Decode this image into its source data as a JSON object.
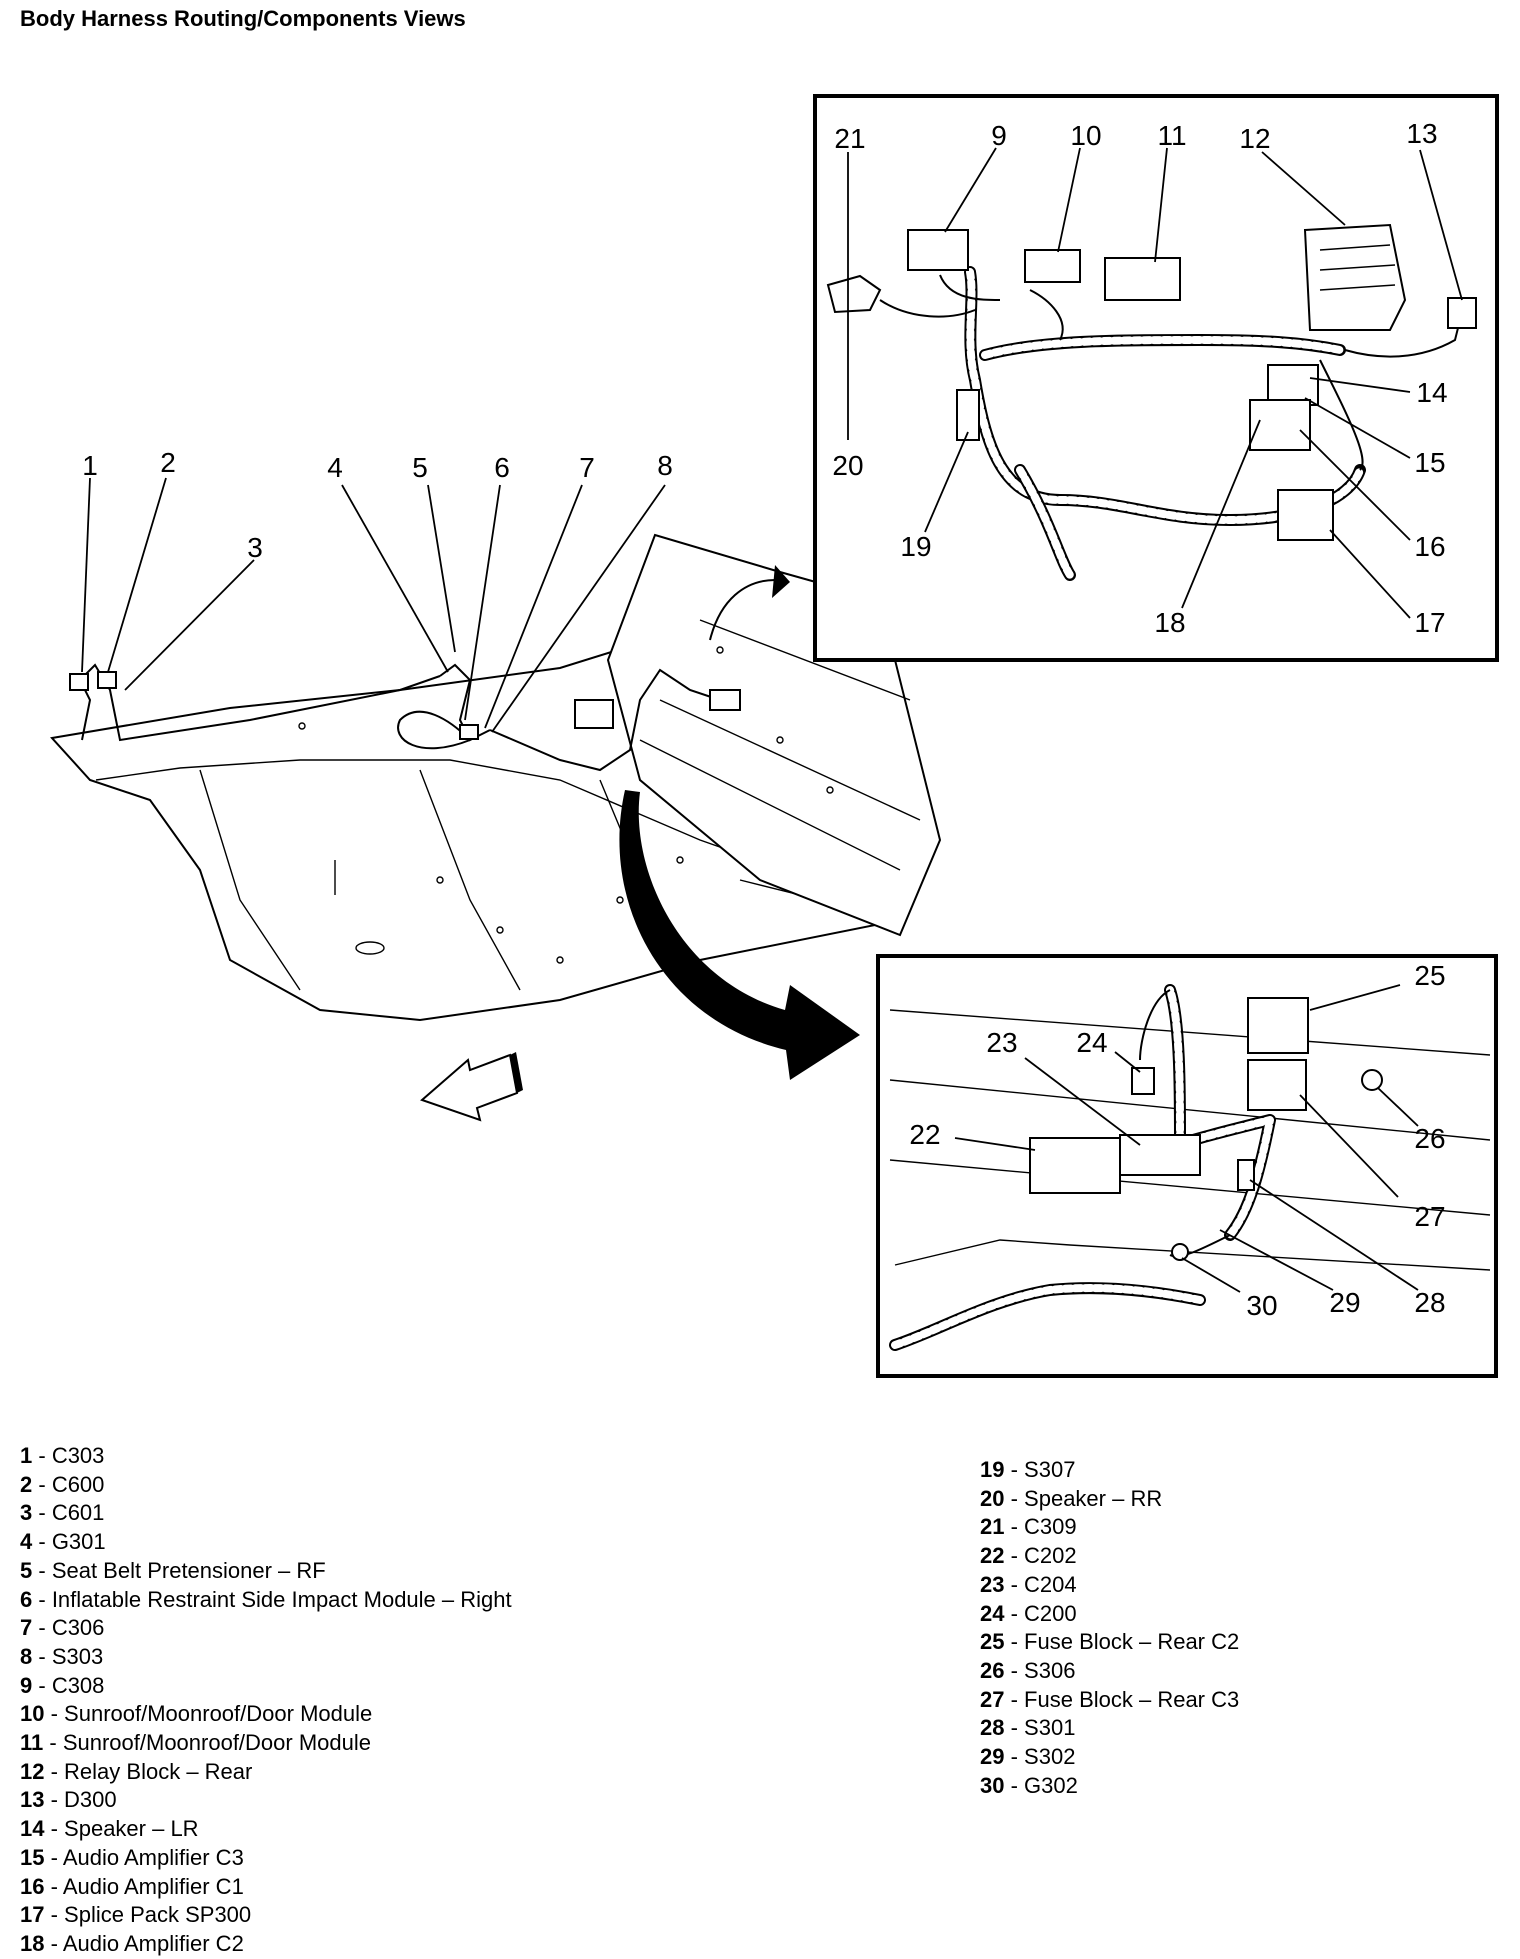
{
  "page_title": "Body Harness Routing/Components Views",
  "callouts": [
    "1",
    "2",
    "3",
    "4",
    "5",
    "6",
    "7",
    "8",
    "9",
    "10",
    "11",
    "12",
    "13",
    "14",
    "15",
    "16",
    "17",
    "18",
    "19",
    "20",
    "21",
    "22",
    "23",
    "24",
    "25",
    "26",
    "27",
    "28",
    "29",
    "30"
  ],
  "legend_left": [
    {
      "num": "1",
      "text": "C303"
    },
    {
      "num": "2",
      "text": "C600"
    },
    {
      "num": "3",
      "text": "C601"
    },
    {
      "num": "4",
      "text": "G301"
    },
    {
      "num": "5",
      "text": "Seat Belt Pretensioner – RF"
    },
    {
      "num": "6",
      "text": "Inflatable Restraint Side Impact Module – Right"
    },
    {
      "num": "7",
      "text": "C306"
    },
    {
      "num": "8",
      "text": "S303"
    },
    {
      "num": "9",
      "text": "C308"
    },
    {
      "num": "10",
      "text": "Sunroof/Moonroof/Door Module"
    },
    {
      "num": "11",
      "text": "Sunroof/Moonroof/Door Module"
    },
    {
      "num": "12",
      "text": "Relay Block – Rear"
    },
    {
      "num": "13",
      "text": "D300"
    },
    {
      "num": "14",
      "text": "Speaker – LR"
    },
    {
      "num": "15",
      "text": "Audio Amplifier C3"
    },
    {
      "num": "16",
      "text": "Audio Amplifier C1"
    },
    {
      "num": "17",
      "text": "Splice Pack SP300"
    },
    {
      "num": "18",
      "text": "Audio Amplifier C2"
    }
  ],
  "legend_right": [
    {
      "num": "19",
      "text": "S307"
    },
    {
      "num": "20",
      "text": "Speaker – RR"
    },
    {
      "num": "21",
      "text": "C309"
    },
    {
      "num": "22",
      "text": "C202"
    },
    {
      "num": "23",
      "text": "C204"
    },
    {
      "num": "24",
      "text": "C200"
    },
    {
      "num": "25",
      "text": "Fuse Block – Rear C2"
    },
    {
      "num": "26",
      "text": "S306"
    },
    {
      "num": "27",
      "text": "Fuse Block – Rear C3"
    },
    {
      "num": "28",
      "text": "S301"
    },
    {
      "num": "29",
      "text": "S302"
    },
    {
      "num": "30",
      "text": "G302"
    }
  ]
}
